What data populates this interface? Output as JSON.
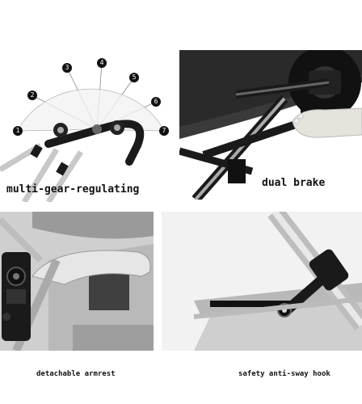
{
  "panels": {
    "gear": {
      "caption": "multi-gear-regulating",
      "numbers": [
        "1",
        "2",
        "3",
        "4",
        "5",
        "6",
        "7"
      ]
    },
    "brake": {
      "caption": "dual brake"
    },
    "armrest": {
      "caption": "detachable armrest"
    },
    "hook": {
      "caption": "safety anti-sway hook"
    }
  },
  "colors": {
    "frame": "#c8c8c8",
    "dark": "#1a1a1a",
    "fabric": "#bdbdbd",
    "background": "#ffffff"
  }
}
